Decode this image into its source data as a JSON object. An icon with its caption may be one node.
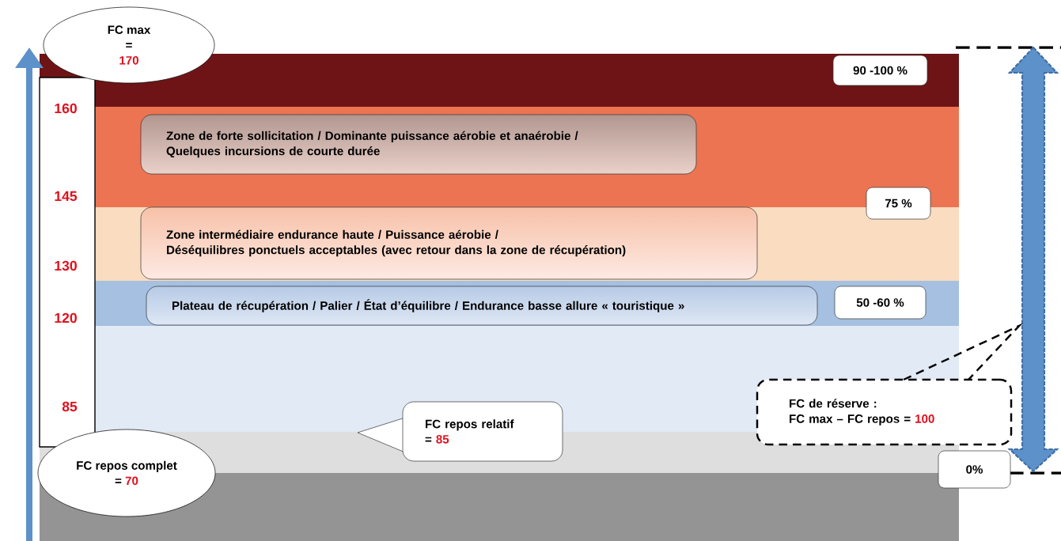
{
  "diagram": {
    "nodes": [
      {
        "text": [
          "FC max",
          "=",
          "170"
        ]
      },
      {
        "text": [
          "FC repos complet",
          "=",
          "70"
        ]
      },
      {
        "text": [
          "Zone de forte sollicitation / Dominante puissance aérobie et anaérobie /",
          "Quelques incursions de courte durée"
        ]
      },
      {
        "text": [
          "Zone intermédiaire endurance haute / Puissance aérobie /",
          "Déséquilibres ponctuels acceptables (avec retour dans la zone de récupération)"
        ]
      },
      {
        "text": [
          "Plateau de récupération / Palier / État d’équilibre / Endurance basse allure « touristique »"
        ]
      },
      {
        "text": [
          "90 -100 %"
        ]
      },
      {
        "text": [
          "75 %"
        ]
      },
      {
        "text": [
          "50 -60 %"
        ]
      },
      {
        "text": [
          "0%"
        ]
      },
      {
        "text": [
          "FC repos relatif",
          "=",
          "85"
        ]
      },
      {
        "text": [
          "FC de réserve :",
          "FC max – FC repos =",
          "100"
        ]
      }
    ],
    "labels": [
      "160",
      "145",
      "130",
      "120",
      "85"
    ]
  }
}
